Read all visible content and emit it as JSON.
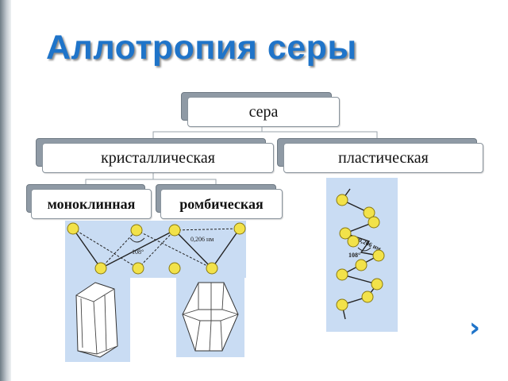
{
  "title": "Аллотропия серы",
  "tree": {
    "root": "сера",
    "crystalline": "кристаллическая",
    "plastic": "пластическая",
    "monoclinic": "моноклинная",
    "rhombic": "ромбическая"
  },
  "molecule": {
    "bond_length": "0,206 нм",
    "angle": "108°"
  },
  "colors": {
    "title": "#1f74c9",
    "panel": "#c9dcf3",
    "atom": "#f2e24a",
    "arrow": "#1f74c9"
  },
  "icons": {
    "next": "chevron-right-icon"
  }
}
